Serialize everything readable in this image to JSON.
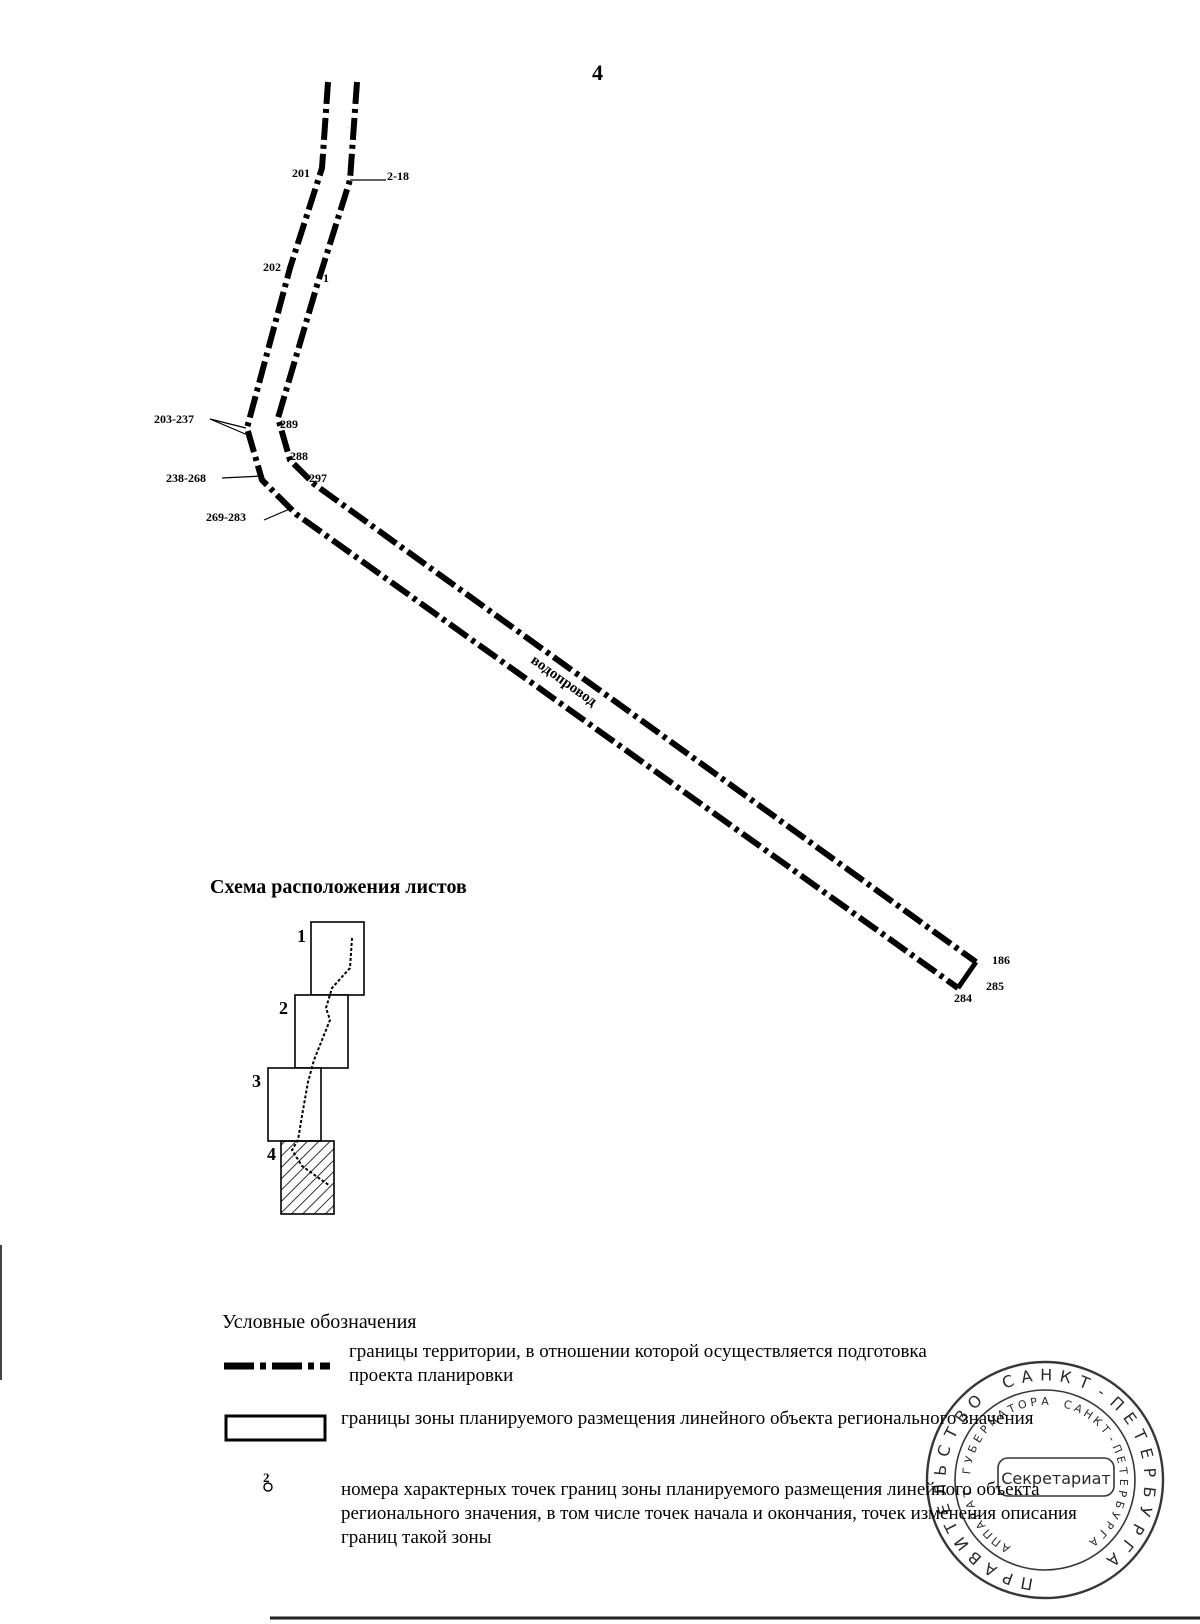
{
  "page_number": "4",
  "map": {
    "object_label": "водопровод",
    "points": {
      "p201": "201",
      "p2_18": "2-18",
      "p202": "202",
      "p1": "1",
      "p203_237": "203-237",
      "p289": "289",
      "p288": "288",
      "p238_268": "238-268",
      "p297": "297",
      "p269_283": "269-283",
      "p186": "186",
      "p285": "285",
      "p284": "284"
    }
  },
  "scheme": {
    "title": "Схема расположения листов",
    "sheets": [
      "1",
      "2",
      "3",
      "4"
    ],
    "current_sheet": "4"
  },
  "legend": {
    "title": "Условные обозначения",
    "items": [
      {
        "text": "границы территории, в отношении которой осуществляется подготовка проекта планировки"
      },
      {
        "text": "границы зоны планируемого размещения линейного объекта регионального значения"
      },
      {
        "sample": "2",
        "text": "номера характерных точек границ зоны планируемого размещения линейного объекта регионального значения, в том числе точек начала и окончания, точек изменения описания границ такой зоны"
      }
    ]
  },
  "stamp": {
    "outer_text": "ПРАВИТЕЛЬСТВО САНКТ-ПЕТЕРБУРГА",
    "inner_text": "АППАРАТ ГУБЕРНАТОРА САНКТ-ПЕТЕРБУРГА",
    "center_text": "Секретариат"
  },
  "colors": {
    "ink": "#000000",
    "paper": "#ffffff",
    "stamp": "#222222"
  }
}
